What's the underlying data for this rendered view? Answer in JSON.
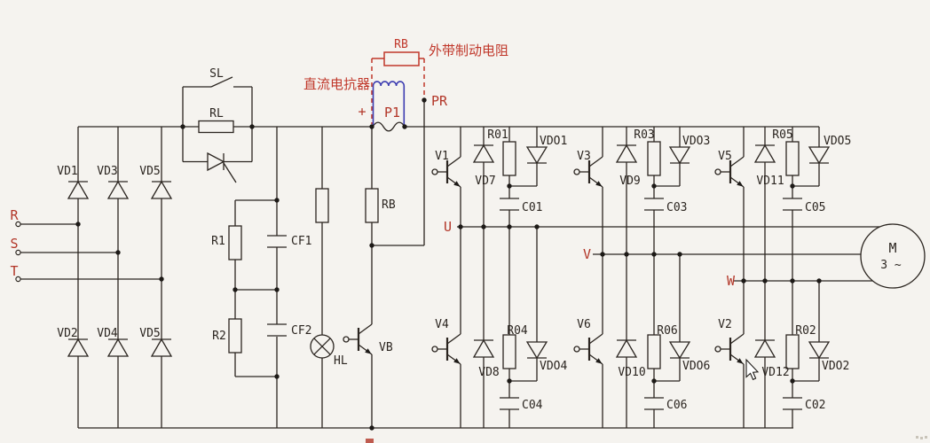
{
  "canvas": {
    "bg": "#f5f3ef",
    "ink": "#2b2520",
    "red": "#b23527",
    "blue": "#3b3bb0"
  },
  "input": {
    "phase_r": "R",
    "phase_s": "S",
    "phase_t": "T"
  },
  "rectifier": {
    "vd1": "VD1",
    "vd3": "VD3",
    "vd5_top": "VD5",
    "vd2": "VD2",
    "vd4": "VD4",
    "vd6_shown_as": "VD5"
  },
  "precharge": {
    "sl": "SL",
    "rl": "RL"
  },
  "dc_bus": {
    "plus": "+",
    "p1": "P1",
    "pr": "PR",
    "rb_external": "RB",
    "external_brake_caption": "外带制动电阻",
    "dc_reactor_caption": "直流电抗器",
    "r1": "R1",
    "r2": "R2",
    "cf1": "CF1",
    "cf2": "CF2",
    "hl": "HL",
    "rb_internal": "RB",
    "vb": "VB"
  },
  "inverter": {
    "u": {
      "phase": "U",
      "v_upper": "V1",
      "vd_upper": "VD7",
      "r_upper": "R01",
      "vdo_upper": "VDO1",
      "c_upper": "C01",
      "v_lower": "V4",
      "vd_lower": "VD8",
      "r_lower": "R04",
      "vdo_lower": "VDO4",
      "c_lower": "C04"
    },
    "v": {
      "phase": "V",
      "v_upper": "V3",
      "vd_upper": "VD9",
      "r_upper": "R03",
      "vdo_upper": "VDO3",
      "c_upper": "C03",
      "v_lower": "V6",
      "vd_lower": "VD10",
      "r_lower": "R06",
      "vdo_lower": "VDO6",
      "c_lower": "C06"
    },
    "w": {
      "phase": "W",
      "v_upper": "V5",
      "vd_upper": "VD11",
      "r_upper": "R05",
      "vdo_upper": "VDO5",
      "c_upper": "C05",
      "v_lower": "V2",
      "vd_lower": "VD12",
      "r_lower": "R02",
      "vdo_lower": "VDO2",
      "c_lower": "C02"
    }
  },
  "motor": {
    "m": "M",
    "phases": "3 ~"
  }
}
